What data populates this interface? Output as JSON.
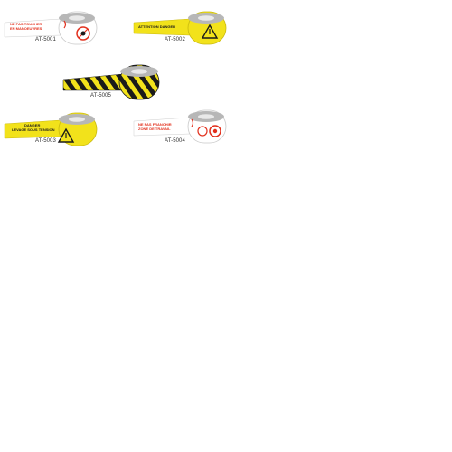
{
  "colors": {
    "yellow": "#f2e21b",
    "black": "#1a1a1a",
    "red": "#e2301d",
    "white": "#ffffff",
    "roll_gray": "#b7b7b7"
  },
  "products": [
    {
      "code": "AT-5001",
      "tape": "white",
      "lines": [
        "NE PAS TOUCHER",
        "EN MANOEUVRES"
      ],
      "text_color": "#e2301d",
      "icon": "no-hands-icon"
    },
    {
      "code": "AT-5002",
      "tape": "yellow",
      "lines": [
        "ATTENTION DANGER"
      ],
      "text_color": "#1a1a1a",
      "icon": "warning-triangle-icon"
    },
    {
      "code": "AT-5005",
      "tape": "stripes",
      "lines": [],
      "text_color": "#1a1a1a",
      "icon": "stripes-icon"
    },
    {
      "code": "AT-5003",
      "tape": "yellow",
      "lines": [
        "DANGER",
        "LEVAGE SOUS TENSION"
      ],
      "text_color": "#1a1a1a",
      "icon": "warning-triangle-icon"
    },
    {
      "code": "AT-5004",
      "tape": "white",
      "lines": [
        "NE PAS FRANCHIR",
        "ZONE DE TRAVAIL"
      ],
      "text_color": "#e2301d",
      "icon": "no-entry-icon"
    }
  ]
}
